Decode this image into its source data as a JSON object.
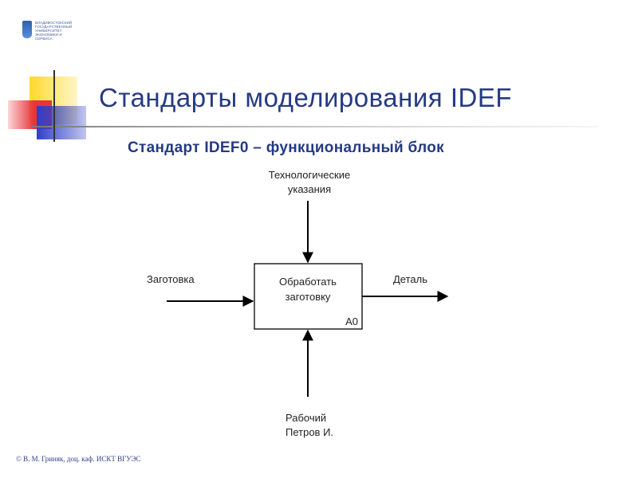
{
  "logo": {
    "text": "ВЛАДИВОСТОКСКИЙ\nГОСУДАРСТВЕННЫЙ\nУНИВЕРСИТЕТ\nЭКОНОМИКИ И\nСЕРВИСА"
  },
  "slide": {
    "title": "Стандарты моделирования IDEF",
    "subtitle": "Стандарт IDEF0 – функциональный блок"
  },
  "diagram": {
    "function_block": {
      "label_line1": "Обработать",
      "label_line2": "заготовку",
      "node_id": "A0"
    },
    "control": {
      "line1": "Технологические",
      "line2": "указания"
    },
    "input": {
      "label": "Заготовка"
    },
    "output": {
      "label": "Деталь"
    },
    "mechanism": {
      "line1": "Рабочий",
      "line2": "Петров И."
    }
  },
  "footer": {
    "text": "© В. М. Гриняк, доц. каф. ИСКТ ВГУЭС"
  },
  "colors": {
    "title": "#253a83",
    "deco_yellow": "#ffd92a",
    "deco_red": "#e8343a",
    "deco_blue": "#2f3fc8"
  }
}
